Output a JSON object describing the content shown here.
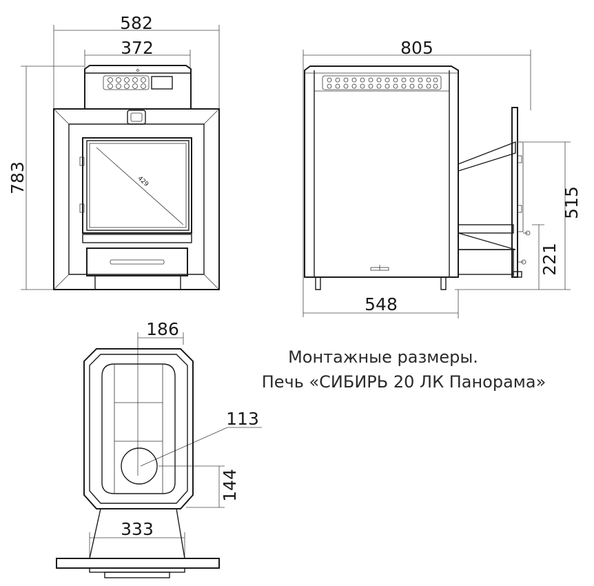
{
  "title": {
    "line1": "Монтажные размеры.",
    "line2": "Печь «СИБИРЬ 20 ЛК Панорама»"
  },
  "front_view": {
    "width_overall": "582",
    "width_top": "372",
    "height": "783",
    "glass_diagonal": "429"
  },
  "side_view": {
    "depth_overall": "805",
    "body_depth": "548",
    "height_tunnel": "515",
    "height_lower": "221"
  },
  "top_view": {
    "chimney_offset": "186",
    "chimney_diameter": "113",
    "chimney_from_back": "144",
    "tunnel_width": "333"
  },
  "colors": {
    "line": "#1a1a1a",
    "background": "#ffffff"
  }
}
